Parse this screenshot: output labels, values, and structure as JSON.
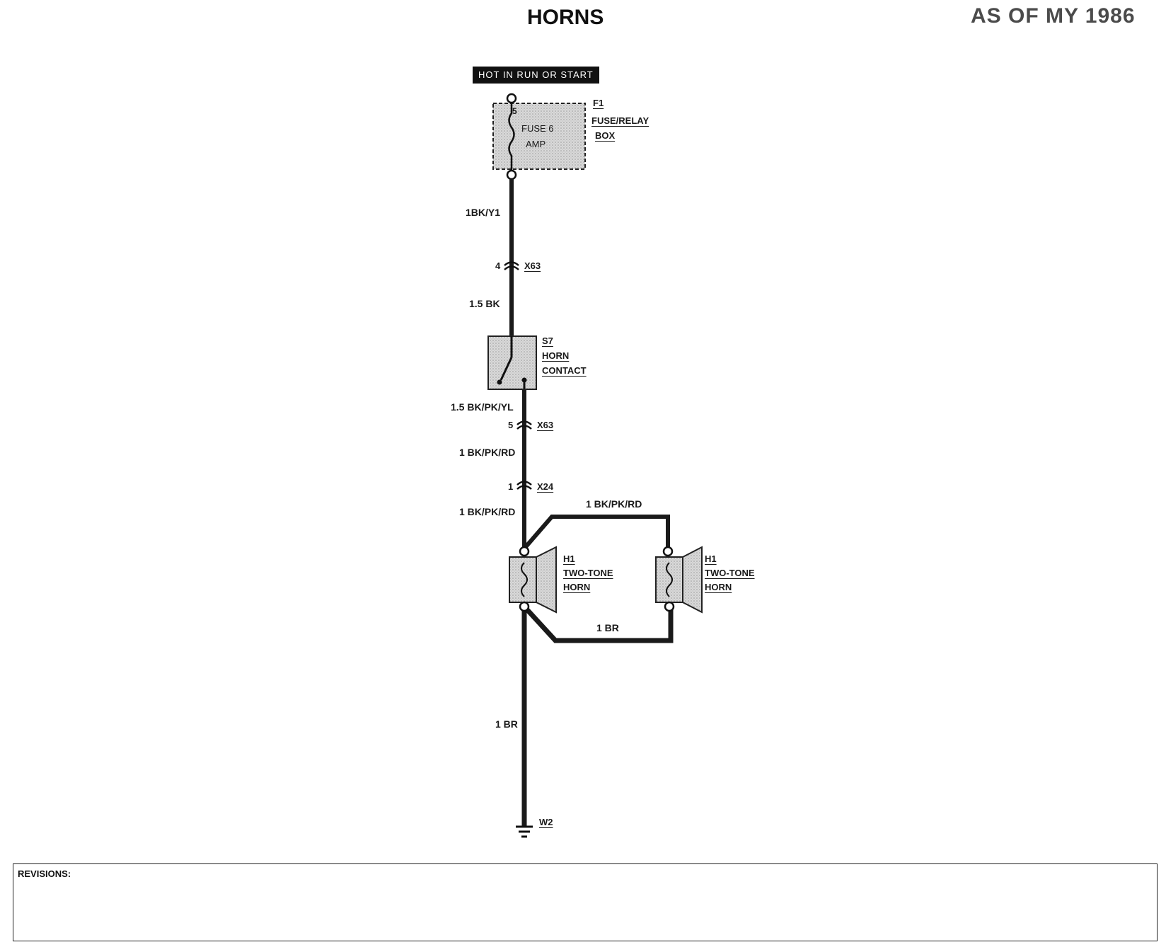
{
  "title": "HORNS",
  "model_year_stamp": "AS OF MY 1986",
  "power_source_label": "HOT IN RUN OR START",
  "fuse": {
    "id": "F1",
    "name_line1": "FUSE/RELAY",
    "name_line2": "BOX",
    "inner_number": "5",
    "inner_fuse": "FUSE 6",
    "inner_amp": "AMP"
  },
  "wires": {
    "w1": "1BK/Y1",
    "w2": "1.5 BK",
    "w3": "1.5 BK/PK/YL",
    "w4": "1 BK/PK/RD",
    "w5": "1 BK/PK/RD",
    "w6": "1 BK/PK/RD",
    "w7": "1 BR",
    "w8": "1 BR"
  },
  "connectors": {
    "c1_pin": "4",
    "c1_id": "X63",
    "c2_pin": "5",
    "c2_id": "X63",
    "c3_pin": "1",
    "c3_id": "X24"
  },
  "switch": {
    "id": "S7",
    "name_line1": "HORN",
    "name_line2": "CONTACT"
  },
  "horn_left": {
    "id": "H1",
    "name_line1": "TWO-TONE",
    "name_line2": "HORN"
  },
  "horn_right": {
    "id": "H1",
    "name_line1": "TWO-TONE",
    "name_line2": "HORN"
  },
  "ground": {
    "id": "W2"
  },
  "revisions_label": "REVISIONS:",
  "colors": {
    "wire": "#1a1a1a",
    "component_fill": "#d6d6d6",
    "label_bg": "#111111"
  }
}
